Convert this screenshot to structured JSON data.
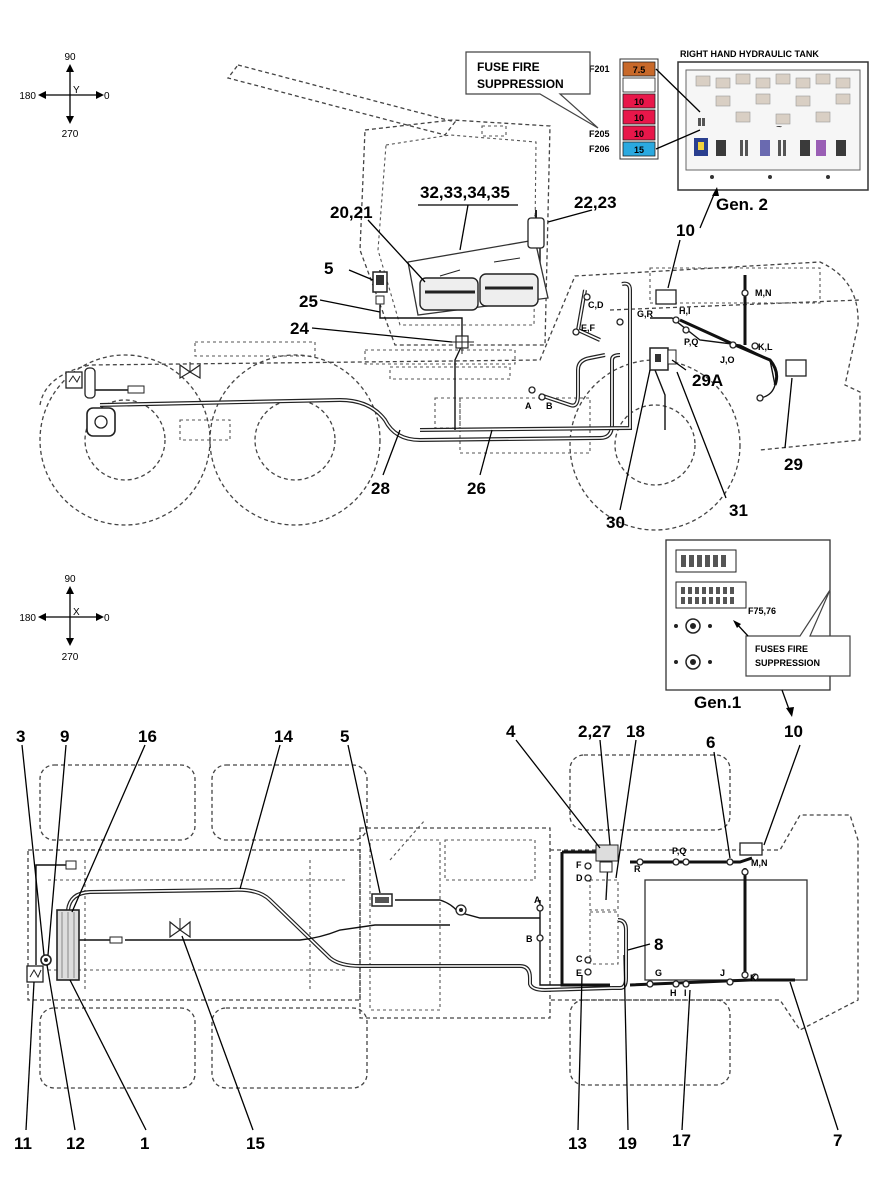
{
  "compass_top": {
    "n": "90",
    "w": "180",
    "e": "0",
    "s": "270",
    "axis": "Y"
  },
  "compass_bottom": {
    "n": "90",
    "w": "180",
    "e": "0",
    "s": "270",
    "axis": "X"
  },
  "gen2": {
    "title": "RIGHT HAND HYDRAULIC TANK",
    "callout": [
      "FUSE FIRE",
      "SUPPRESSION"
    ],
    "label": "Gen. 2",
    "fuse_labels": [
      "F201",
      "F205",
      "F206"
    ],
    "fuses": [
      {
        "value": "7.5",
        "color": "#c8692a"
      },
      {
        "value": "",
        "color": "#ffffff"
      },
      {
        "value": "10",
        "color": "#e8174a"
      },
      {
        "value": "10",
        "color": "#e8174a"
      },
      {
        "value": "10",
        "color": "#e8174a"
      },
      {
        "value": "15",
        "color": "#2aa9e0"
      }
    ]
  },
  "gen1": {
    "callout": [
      "FUSES FIRE",
      "SUPPRESSION"
    ],
    "fuse_ref": "F75,76",
    "label": "Gen.1"
  },
  "side_view_labels": {
    "l32": "32,33,34,35",
    "l20": "20,21",
    "l22": "22,23",
    "l10": "10",
    "l5": "5",
    "l25": "25",
    "l24": "24",
    "l29a": "29A",
    "l28": "28",
    "l26": "26",
    "l30": "30",
    "l31": "31",
    "l29": "29"
  },
  "side_view_points": {
    "cd": "C,D",
    "ef": "E,F",
    "gr": "G,R",
    "hi": "H,I",
    "pq": "P,Q",
    "jo": "J,O",
    "kl": "K,L",
    "mn": "M,N",
    "a": "A",
    "b": "B"
  },
  "top_view_labels": {
    "l3": "3",
    "l9": "9",
    "l16": "16",
    "l14": "14",
    "l5": "5",
    "l4": "4",
    "l227": "2,27",
    "l18": "18",
    "l6": "6",
    "l10": "10",
    "l8": "8",
    "l11": "11",
    "l12": "12",
    "l1": "1",
    "l15": "15",
    "l13": "13",
    "l19": "19",
    "l17": "17",
    "l7": "7"
  },
  "top_view_points": {
    "a": "A",
    "b": "B",
    "c": "C",
    "d": "D",
    "e": "E",
    "f": "F",
    "g": "G",
    "h": "H",
    "i": "I",
    "j": "J",
    "k": "K",
    "pq": "P,Q",
    "r": "R",
    "mn": "M,N"
  }
}
